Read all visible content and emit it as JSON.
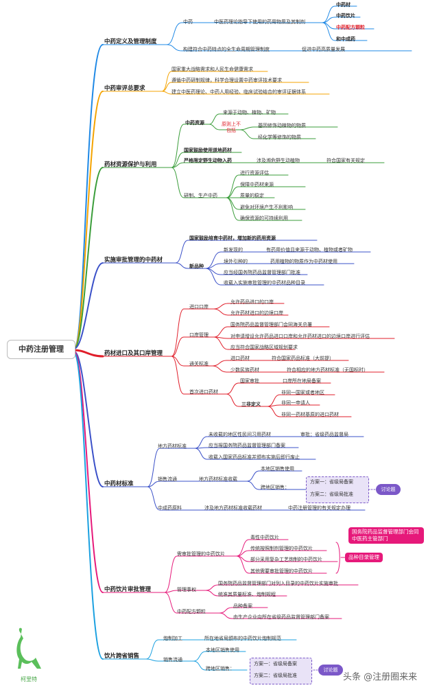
{
  "root": "中药注册管理",
  "colors": {
    "b1": "#1e88e5",
    "b2": "#f4a300",
    "b3": "#3a9d3a",
    "b4": "#3a50c8",
    "b5": "#e01e2a",
    "b6": "#3a50c8",
    "b7": "#e6197a",
    "b8": "#1aa0e0",
    "purple": "#7b58c8"
  },
  "b1": {
    "label": "中药定义及管理制度",
    "zy": "中药",
    "def": "中医药理论指导下使用的药用物质及其制剂",
    "items": [
      "中药材",
      "中药饮片",
      "中药配方颗粒",
      "和中成药"
    ],
    "sys": "构建符合中药特点的全生命周期管理制度",
    "sys2": "促进中药高质量发展"
  },
  "b2": {
    "label": "中药审评总要求",
    "items": [
      "国家重大战略需求和人民生命健康需求",
      "遵循中药研制规律，科学合理设置中药审评技术要求",
      "建立中医药理论、中药人用经验、临床试验结合的审评证据体系"
    ]
  },
  "b3": {
    "label": "药材资源保护与利用",
    "zyzy": "中药资源",
    "src": "来源于动物、植物、矿物",
    "excl": "原则上不包括",
    "excl_items": [
      "基因修饰动植物的物质",
      "经化学等修饰的物质"
    ],
    "dao": "国家鼓励使用道地药材",
    "wild": "严格限定野生动物入药",
    "wild2": "涉及濒危野生动植物",
    "wild3": "符合国家有关规定",
    "yf": "研制、生产中药",
    "yf_items": [
      "进行资源评估",
      "保障中药材来源",
      "质量的稳定",
      "避免对环境产生不利影响",
      "确保资源的可持续利用"
    ]
  },
  "b4": {
    "label": "实施审批管理的中药材",
    "top": "国家鼓励培育中药材，增加新的药用资源",
    "xpz": "新品种",
    "i1a": "新发现的",
    "i1b": "有药用价值且来源于动物、植物或者矿物",
    "i2a": "境外引种的",
    "i2b": "药用植物的物质作为中药材使用",
    "i3": "应当经国务院药品监督管理部门批准",
    "i4": "收载入实施审批管理的中药材品种目录"
  },
  "b5": {
    "label": "药材进口及其口岸管理",
    "jkka": "进口口岸",
    "ka1": "允许药品进口的口岸",
    "ka2": "允许药材进口的边境口岸",
    "kagl": "口岸管理",
    "gl1": "国务院药品监督管理部门会同海关总署",
    "gl2": "对申请增设允许药品进口口岸和允许药材进口的边境口岸进行评估",
    "gl3": "应当符合国家战略区域规划要求",
    "tgbz": "通关标准",
    "tg1a": "进口药材",
    "tg1b": "符合国家药品标准（大前提）",
    "tg2a": "少数民族药材",
    "tg2b": "符合相应的地方药材标准（无国标时）",
    "sc": "首次进口药材",
    "sc1a": "国家审批",
    "sc1b": "口岸所在地局备案",
    "sfd": "三非定义",
    "sf": [
      "非同一国家或者地区",
      "非同一申请人",
      "非同一药材基原的进口药材"
    ]
  },
  "b6": {
    "label": "中药材标准",
    "dfbz": "地方药材标准",
    "d1a": "未收载的地区性民间习用药材",
    "d1b": "审批：省级药品监督局",
    "d2": "应当报国务院药品监督管理部门备案",
    "d3": "收载入国家药品标准并颁布实施后即行废止",
    "xslt": "销售流通",
    "dfsz": "地方药材标准收载",
    "bd": "本地区销售使用",
    "kd": "跨地区销售：",
    "fa1": "方案一：省级局备案",
    "fa2": "方案二：省级局批准",
    "tl": "讨论题",
    "zcy": "中成药原料",
    "zcy2": "涉及地方药材标准收载药材",
    "zcy3": "中药注册管理的有关规定办理"
  },
  "b7": {
    "label": "中药饮片审批管理",
    "xsp": "需审批管理的中药饮片",
    "xs": [
      "毒性中药饮片",
      "传统按照制剂管理的中药饮片",
      "部分采用复杂工艺炮制的中药饮片",
      "其他需要审批管理的中药饮片"
    ],
    "gs": "管理事权",
    "gs1": "国务院药品监督管理部门对列入目录的中药饮片实施审批",
    "gs2": "统准其质量标准、炮制规程",
    "kl": "中药配方颗粒",
    "kl1": "品种备案",
    "kl2": "由生产企业向所在省级药品监督管理部门备案",
    "red1": "国务院药品监督管理部门会同中医药主管部门",
    "red2": "品种目录管理"
  },
  "b8": {
    "label": "饮片跨省销售",
    "pz": "炮制加工",
    "pz2": "所在地省局颁布的中药饮片炮制规范",
    "lt": "销售流通",
    "bd": "本地区销售使用",
    "kd": "跨地区销售：",
    "fa1": "方案一：省级局备案",
    "fa2": "方案二：省级局批准",
    "tl": "讨论题"
  },
  "logo_text": "柯里特",
  "watermark": "头条 @注册圈来来"
}
